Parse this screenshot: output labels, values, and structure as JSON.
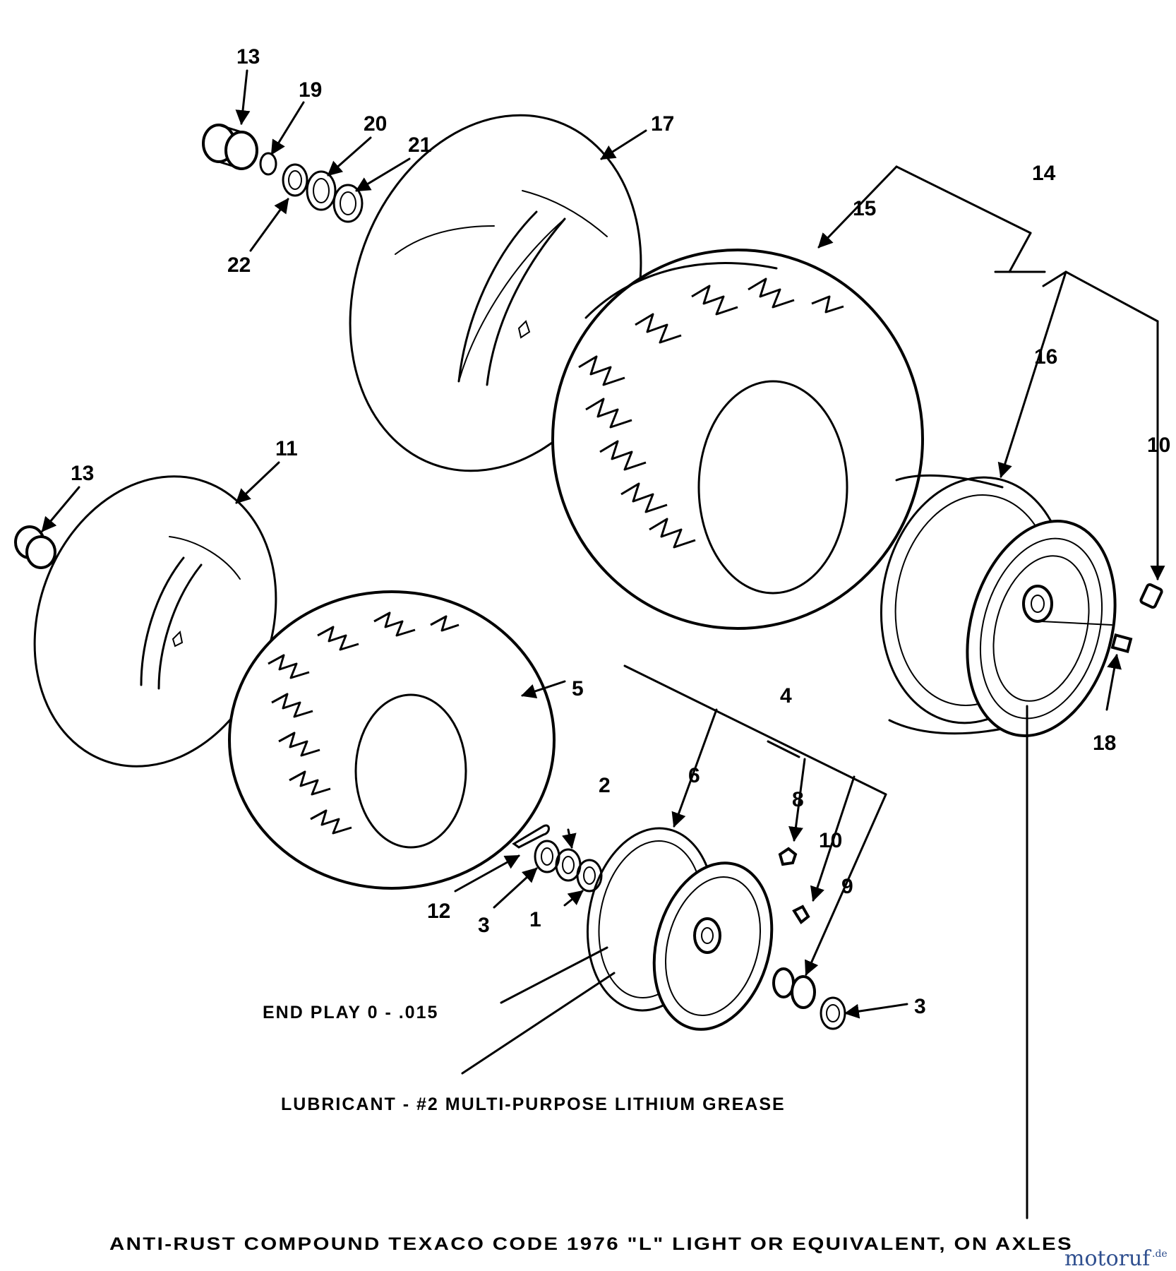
{
  "callouts": {
    "c13a": "13",
    "c19": "19",
    "c20": "20",
    "c21": "21",
    "c22": "22",
    "c17": "17",
    "c14": "14",
    "c15": "15",
    "c16": "16",
    "c10a": "10",
    "c18": "18",
    "c13b": "13",
    "c11": "11",
    "c5": "5",
    "c4": "4",
    "c6": "6",
    "c2": "2",
    "c8": "8",
    "c10b": "10",
    "c9": "9",
    "c12": "12",
    "c3a": "3",
    "c1": "1",
    "c3b": "3"
  },
  "notes": {
    "end_play": "END PLAY 0 - .015",
    "lubricant": "LUBRICANT - #2 MULTI-PURPOSE LITHIUM GREASE",
    "anti_rust": "ANTI-RUST COMPOUND  TEXACO CODE 1976 \"L\" LIGHT OR EQUIVALENT, ON AXLES"
  },
  "watermark": {
    "brand": "motoruf",
    "suffix": ".de"
  }
}
